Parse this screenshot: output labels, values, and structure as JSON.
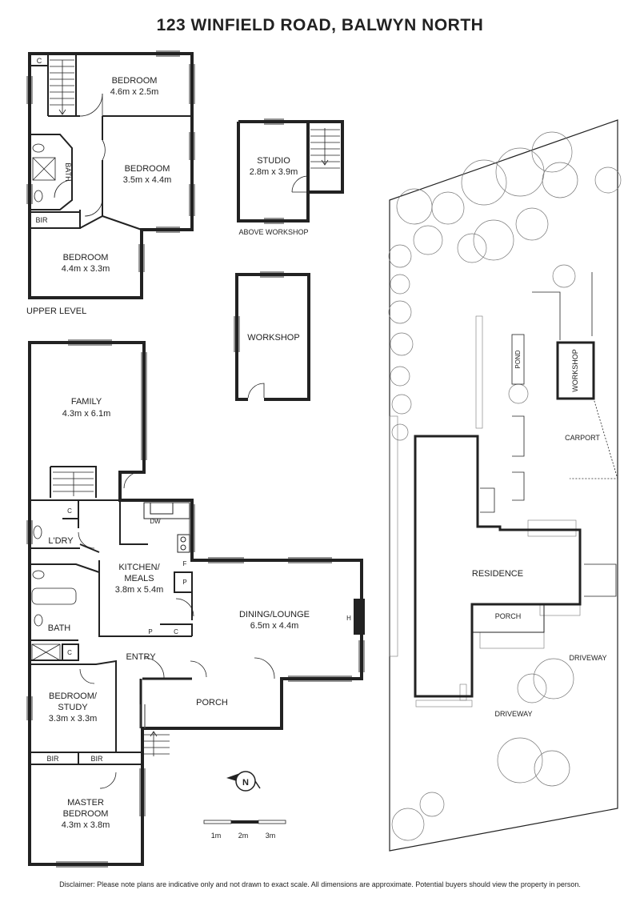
{
  "title": "123 WINFIELD ROAD, BALWYN NORTH",
  "upper": {
    "label": "UPPER LEVEL",
    "c": "C",
    "bath": "BATH",
    "bir": "BIR",
    "bedroom1": {
      "name": "BEDROOM",
      "dims": "4.6m x 2.5m"
    },
    "bedroom2": {
      "name": "BEDROOM",
      "dims": "3.5m x 4.4m"
    },
    "bedroom3": {
      "name": "BEDROOM",
      "dims": "4.4m x 3.3m"
    }
  },
  "studio": {
    "name": "STUDIO",
    "dims": "2.8m x 3.9m",
    "note": "ABOVE WORKSHOP"
  },
  "workshop": {
    "name": "WORKSHOP"
  },
  "ground": {
    "family": {
      "name": "FAMILY",
      "dims": "4.3m x 6.1m"
    },
    "kitchen": {
      "name1": "KITCHEN/",
      "name2": "MEALS",
      "dims": "3.8m x 5.4m"
    },
    "dining": {
      "name": "DINING/LOUNGE",
      "dims": "6.5m x 4.4m"
    },
    "laundry": "L'DRY",
    "bath": "BATH",
    "entry": "ENTRY",
    "porch": "PORCH",
    "study": {
      "name1": "BEDROOM/",
      "name2": "STUDY",
      "dims": "3.3m x 3.3m"
    },
    "master": {
      "name1": "MASTER",
      "name2": "BEDROOM",
      "dims": "4.3m x 3.8m"
    },
    "bir": "BIR",
    "c": "C",
    "p": "P",
    "f": "F",
    "dw": "DW",
    "h": "H"
  },
  "site": {
    "residence": "RESIDENCE",
    "porch": "PORCH",
    "workshop": "WORKSHOP",
    "carport": "CARPORT",
    "pond": "POND",
    "driveway": "DRIVEWAY"
  },
  "compass": "N",
  "scale": {
    "labels": [
      "1m",
      "2m",
      "3m"
    ]
  },
  "disclaimer": "Disclaimer: Please note plans are indicative only and not drawn to exact scale. All dimensions are approximate. Potential buyers should view the property in person."
}
